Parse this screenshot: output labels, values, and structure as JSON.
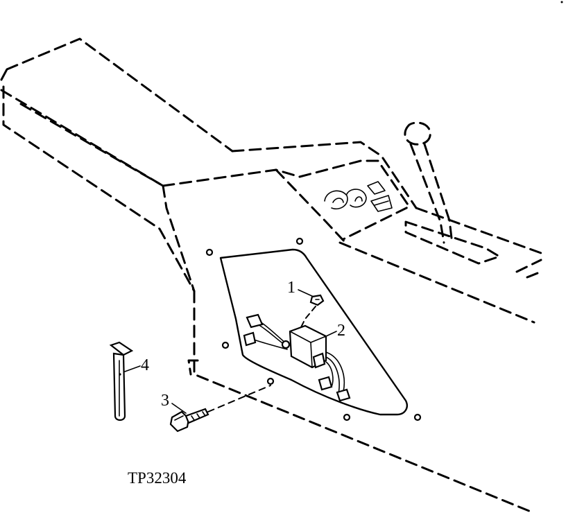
{
  "callouts": {
    "c1": "1",
    "c2": "2",
    "c3": "3",
    "c4": "4"
  },
  "figure_id": "TP32304",
  "colors": {
    "ink": "#000000",
    "paper": "#ffffff"
  }
}
